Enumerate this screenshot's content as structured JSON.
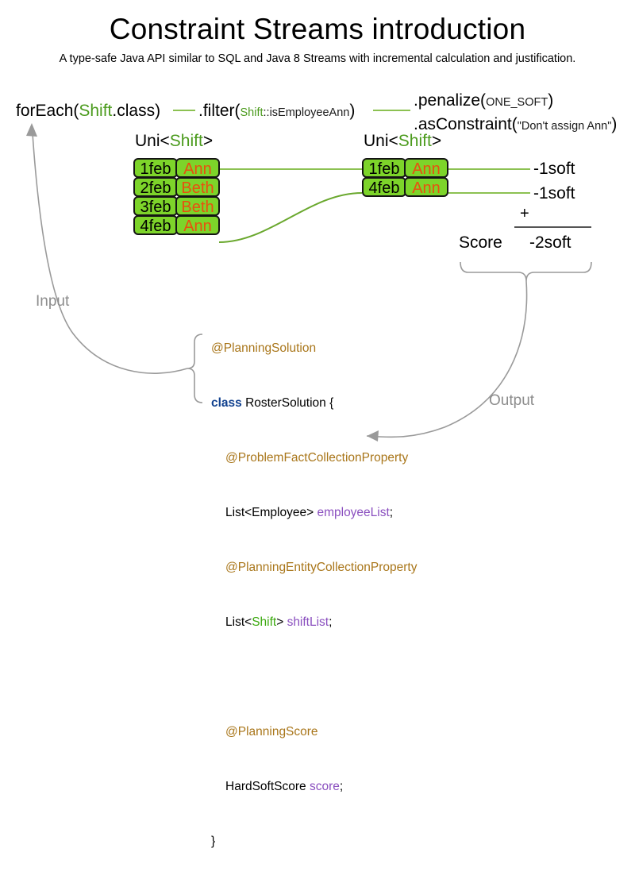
{
  "header": {
    "title": "Constraint Streams introduction",
    "subtitle": "A type-safe Java API similar to SQL and Java 8 Streams with incremental calculation and justification."
  },
  "api_chain": {
    "foreach": {
      "prefix": "forEach(",
      "type": "Shift",
      "suffix": ".class)"
    },
    "filter": {
      "prefix": ".filter(",
      "arg_type": "Shift",
      "arg_rest": "::isEmployeeAnn",
      "suffix": ")"
    },
    "penalize": {
      "prefix": ".penalize(",
      "arg": "ONE_SOFT",
      "suffix": ")"
    },
    "as_constraint": {
      "prefix": ".asConstraint(",
      "arg": "\"Don't assign Ann\"",
      "suffix": ")"
    }
  },
  "streams": {
    "left": {
      "type_label_prefix": "Uni<",
      "type_label_generic": "Shift",
      "type_label_suffix": ">",
      "facts": [
        {
          "date": "1feb",
          "employee": "Ann"
        },
        {
          "date": "2feb",
          "employee": "Beth"
        },
        {
          "date": "3feb",
          "employee": "Beth"
        },
        {
          "date": "4feb",
          "employee": "Ann"
        }
      ]
    },
    "right": {
      "type_label_prefix": "Uni<",
      "type_label_generic": "Shift",
      "type_label_suffix": ">",
      "facts": [
        {
          "date": "1feb",
          "employee": "Ann"
        },
        {
          "date": "4feb",
          "employee": "Ann"
        }
      ]
    }
  },
  "score": {
    "penalties": [
      "-1soft",
      "-1soft"
    ],
    "operator": "+",
    "label": "Score",
    "total": "-2soft"
  },
  "annotations": {
    "input": "Input",
    "output": "Output"
  },
  "code": {
    "line1_annotation": "@PlanningSolution",
    "line2_keyword": "class",
    "line2_rest": " RosterSolution {",
    "line3_annotation": "@ProblemFactCollectionProperty",
    "line4_type": "List<Employee> ",
    "line4_field": "employeeList",
    "line4_semi": ";",
    "line5_annotation": "@PlanningEntityCollectionProperty",
    "line6_type_open": "List<",
    "line6_generic": "Shift",
    "line6_type_close": "> ",
    "line6_field": "shiftList",
    "line6_semi": ";",
    "line7_annotation": "@PlanningScore",
    "line8_type": "HardSoftScore ",
    "line8_field": "score",
    "line8_semi": ";",
    "line9_close": "}"
  },
  "colors": {
    "green_accent": "#4b9b1d",
    "fact_fill": "#7dd42a",
    "employee_text": "#e8500f",
    "wire": "#8cc152",
    "annotation_gray": "#8c8c8c",
    "java_annotation": "#a9761a",
    "java_keyword": "#11418f",
    "java_field": "#8a4fbf"
  }
}
